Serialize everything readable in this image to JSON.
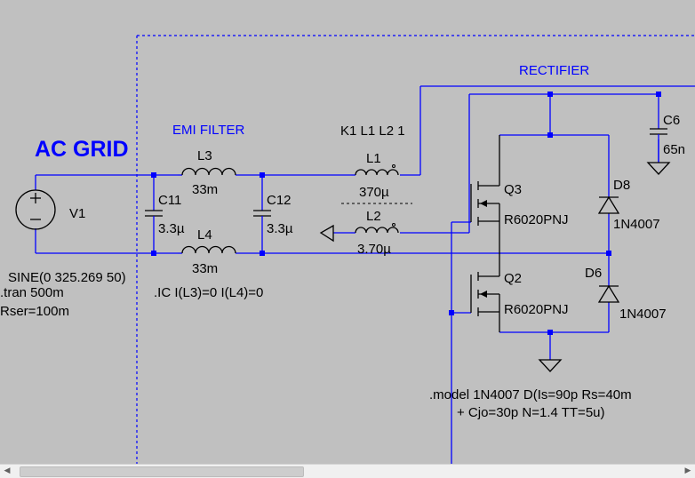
{
  "labels": {
    "ac_grid": "AC GRID",
    "emi_filter": "EMI FILTER",
    "rectifier": "RECTIFIER"
  },
  "components": {
    "v1": {
      "name": "V1",
      "value": "SINE(0 325.269 50)"
    },
    "l3": {
      "name": "L3",
      "value": "33m"
    },
    "l4": {
      "name": "L4",
      "value": "33m"
    },
    "c11": {
      "name": "C11",
      "value": "3.3µ"
    },
    "c12": {
      "name": "C12",
      "value": "3.3µ"
    },
    "l1": {
      "name": "L1",
      "value": "370µ"
    },
    "l2": {
      "name": "L2",
      "value": "3.70µ"
    },
    "q3": {
      "name": "Q3",
      "value": "R6020PNJ"
    },
    "q2": {
      "name": "Q2",
      "value": "R6020PNJ"
    },
    "d8": {
      "name": "D8",
      "value": "1N4007"
    },
    "d6": {
      "name": "D6",
      "value": "1N4007"
    },
    "c6": {
      "name": "C6",
      "value": "65n"
    }
  },
  "directives": {
    "coupling": "K1 L1 L2 1",
    "tran": ".tran 500m",
    "rser": "Rser=100m",
    "ic": ".IC I(L3)=0 I(L4)=0",
    "model_line1": ".model 1N4007 D(Is=90p Rs=40m",
    "model_line2": "+  Cjo=30p N=1.4 TT=5u)"
  },
  "scrollbar": {
    "left_arrow": "◀",
    "right_arrow": "▶"
  }
}
